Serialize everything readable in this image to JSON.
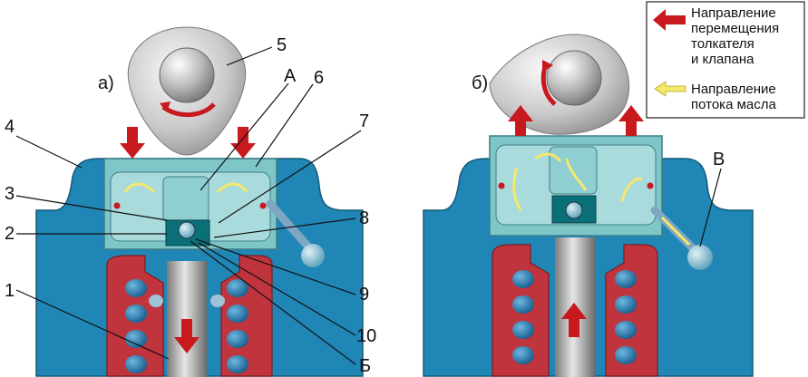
{
  "panel_a": {
    "label": "а)"
  },
  "panel_b": {
    "label": "б)"
  },
  "callouts": {
    "n1": "1",
    "n2": "2",
    "n3": "3",
    "n4": "4",
    "n5": "5",
    "n6": "6",
    "n7": "7",
    "n8": "8",
    "n9": "9",
    "n10": "10",
    "A": "А",
    "B": "Б",
    "V": "В"
  },
  "legend": {
    "item1_lines": [
      "Направление",
      "перемещения",
      "толкателя",
      "и клапана"
    ],
    "item2_lines": [
      "Направление",
      "потока масла"
    ]
  },
  "colors": {
    "head_blue": "#1f86b5",
    "lifter_cyan": "#7fc6c9",
    "spring_red": "#c0343d",
    "arrow_red": "#c8191f",
    "oil_yellow": "#f5e86a"
  }
}
